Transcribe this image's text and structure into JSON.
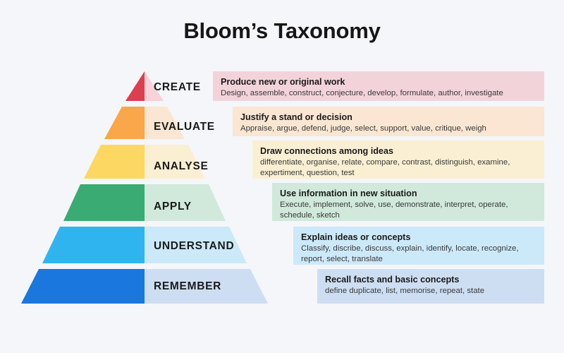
{
  "page": {
    "title": "Bloom’s Taxonomy",
    "background_color": "#f4f6f9"
  },
  "diagram": {
    "type": "pyramid",
    "name": "blooms-taxonomy-pyramid",
    "orientation": "apex-top",
    "level_count": 6,
    "levels": [
      {
        "rank": 6,
        "label": "CREATE",
        "heading": "Produce new or original work",
        "verbs": "Design, assemble, construct, conjecture, develop, formulate, author, investigate",
        "verbs_lines": [
          "Design, assemble, construct, conjecture, develop, formulate, author, investigate"
        ],
        "tier_color": "#dc3f4e",
        "tier_color_pale": "#f5d3d8",
        "box_color": "#f3d3da"
      },
      {
        "rank": 5,
        "label": "EVALUATE",
        "heading": "Justify a stand or decision",
        "verbs": "Appraise, argue, defend, judge, select, support, value, critique, weigh",
        "verbs_lines": [
          "Appraise, argue, defend, judge, select, support, value, critique, weigh"
        ],
        "tier_color": "#f9a74a",
        "tier_color_pale": "#fae6d2",
        "box_color": "#fae6d2"
      },
      {
        "rank": 4,
        "label": "ANALYSE",
        "heading": "Draw connections among ideas",
        "verbs": "differentiate, organise, relate, compare, contrast, distinguish, examine, expertiment, question, test",
        "verbs_lines": [
          "differentiate, organise, relate, compare, contrast, distinguish, examine,",
          "expertiment, question, test"
        ],
        "tier_color": "#fcd863",
        "tier_color_pale": "#faefd2",
        "box_color": "#faefd2"
      },
      {
        "rank": 3,
        "label": "APPLY",
        "heading": "Use information in new situation",
        "verbs": "Execute, implement, solve, use, demonstrate, interpret, operate, schedule, sketch",
        "verbs_lines": [
          "Execute, implement, solve, use, demonstrate, interpret, operate,",
          "schedule, sketch"
        ],
        "tier_color": "#3aab72",
        "tier_color_pale": "#d0e9db",
        "box_color": "#d0e9db"
      },
      {
        "rank": 2,
        "label": "UNDERSTAND",
        "heading": "Explain ideas or concepts",
        "verbs": "Classify, discribe, discuss, explain, identify, locate, recognize, report, select, translate",
        "verbs_lines": [
          "Classify, discribe, discuss, explain, identify, locate, recognize,",
          "report, select, translate"
        ],
        "tier_color": "#30b4f0",
        "tier_color_pale": "#cce9fa",
        "box_color": "#cce9fa"
      },
      {
        "rank": 1,
        "label": "REMEMBER",
        "heading": "Recall facts and basic concepts",
        "verbs": "define duplicate, list, memorise, repeat, state",
        "verbs_lines": [
          "define duplicate, list, memorise, repeat, state"
        ],
        "tier_color": "#1a77de",
        "tier_color_pale": "#cedef2",
        "box_color": "#cedef2"
      }
    ]
  }
}
